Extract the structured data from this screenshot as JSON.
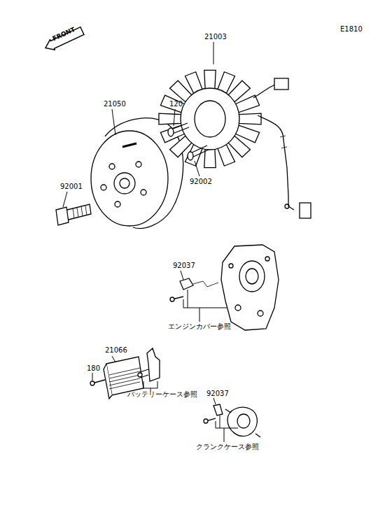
{
  "diagram": {
    "nodes": [
      {
        "text": [
          "FRONT"
        ]
      }
    ],
    "labels": [
      "E1810",
      "21003",
      "21050",
      "120",
      "92002",
      "92001",
      "92037",
      "エンジンカバー参照",
      "21066",
      "180",
      "バッテリーケース参照",
      "92037",
      "クランクケース参照"
    ]
  }
}
